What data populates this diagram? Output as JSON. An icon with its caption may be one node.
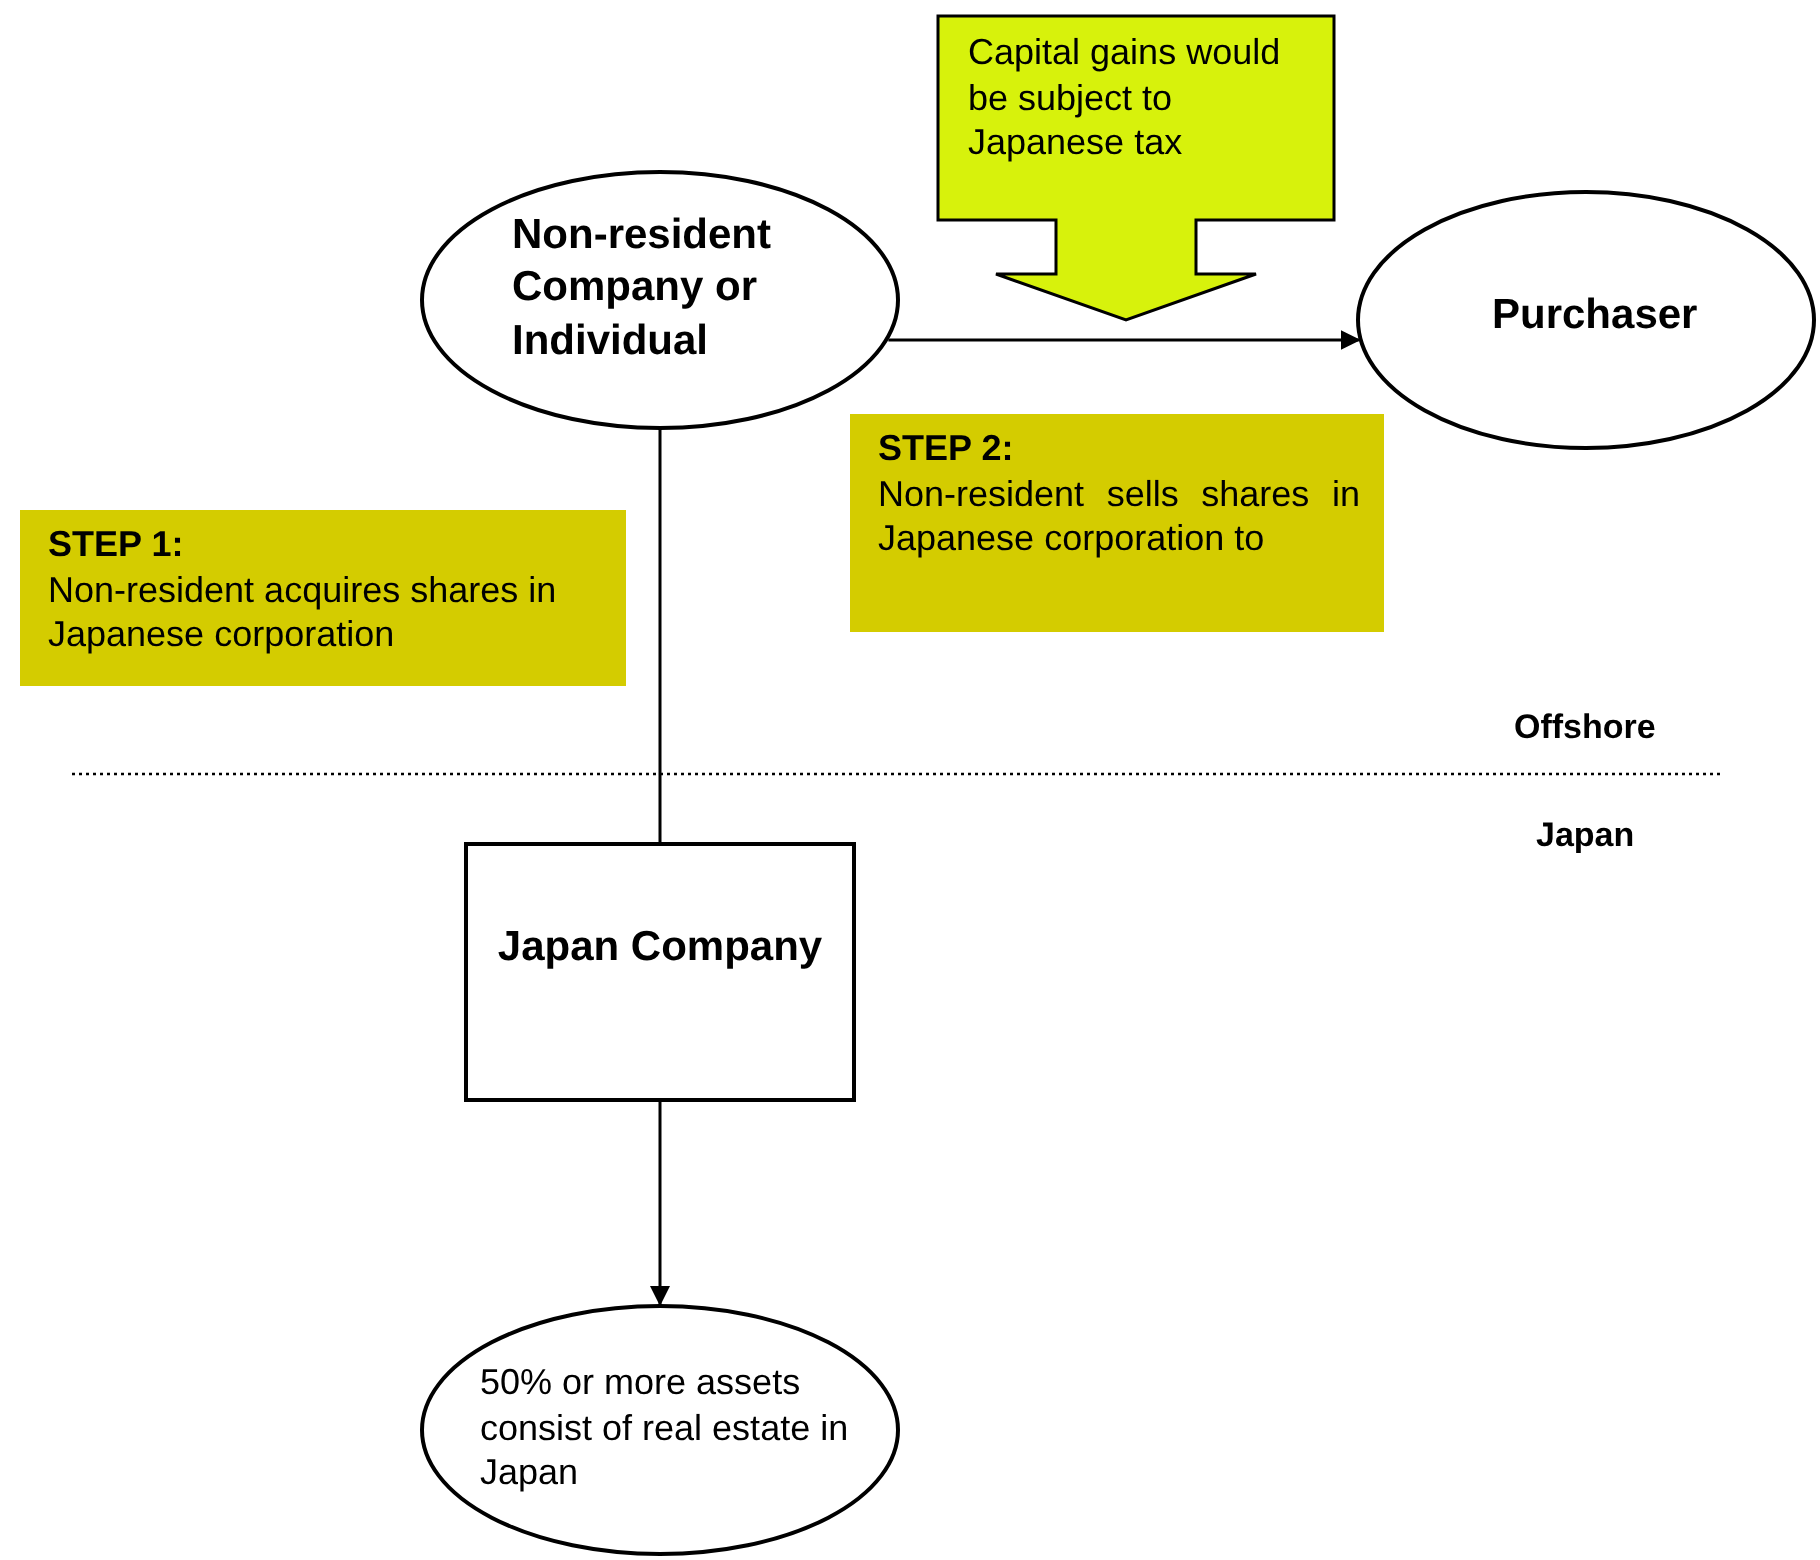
{
  "diagram": {
    "nodes": [
      {
        "text": [
          "Non-resident Company or Individual"
        ]
      },
      {
        "text": [
          "Purchaser"
        ]
      },
      {
        "text": [
          "Capital gains would be subject to Japanese tax"
        ]
      },
      {
        "text": [
          "STEP 1:",
          "Non-resident acquires shares in Japanese corporation"
        ]
      },
      {
        "text": [
          "STEP 2:",
          "Non-resident sells shares in Japanese corporation to"
        ]
      },
      {
        "text": [
          "Japan Company"
        ]
      },
      {
        "text": [
          "50% or more assets consist of real estate in Japan"
        ]
      }
    ],
    "edges": [
      {
        "from": 0,
        "to": 1,
        "arrow": "to"
      },
      {
        "from": 0,
        "to": 5,
        "arrow": "none"
      },
      {
        "from": 5,
        "to": 6,
        "arrow": "to"
      }
    ],
    "labels": [
      "Offshore",
      "Japan"
    ]
  }
}
